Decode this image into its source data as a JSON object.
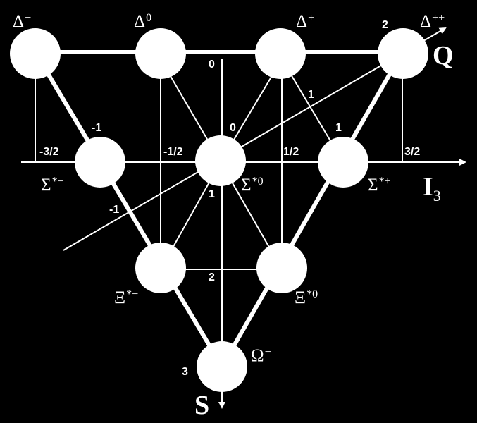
{
  "diagram": {
    "background": "#000000",
    "foreground": "#ffffff",
    "axes": {
      "horizontal": {
        "name": "I",
        "subscript": "3"
      },
      "vertical": {
        "name": "S"
      },
      "diagonal": {
        "name": "Q"
      }
    },
    "particles": {
      "delta_minus": {
        "symbol": "Δ",
        "charge": "−"
      },
      "delta_zero": {
        "symbol": "Δ",
        "charge": "0"
      },
      "delta_plus": {
        "symbol": "Δ",
        "charge": "+"
      },
      "delta_plusplus": {
        "symbol": "Δ",
        "charge": "++"
      },
      "sigma_minus": {
        "symbol": "Σ",
        "charge": "*−"
      },
      "sigma_zero": {
        "symbol": "Σ",
        "charge": "*0"
      },
      "sigma_plus": {
        "symbol": "Σ",
        "charge": "*+"
      },
      "xi_minus": {
        "symbol": "Ξ",
        "charge": "*−"
      },
      "xi_zero": {
        "symbol": "Ξ",
        "charge": "*0"
      },
      "omega_minus": {
        "symbol": "Ω",
        "charge": "−"
      }
    },
    "i3_ticks": [
      "-3/2",
      "-1/2",
      "1/2",
      "3/2"
    ],
    "s_ticks": [
      "0",
      "1",
      "2",
      "3"
    ],
    "q_ticks": [
      "-1",
      "0",
      "1",
      "2"
    ]
  }
}
